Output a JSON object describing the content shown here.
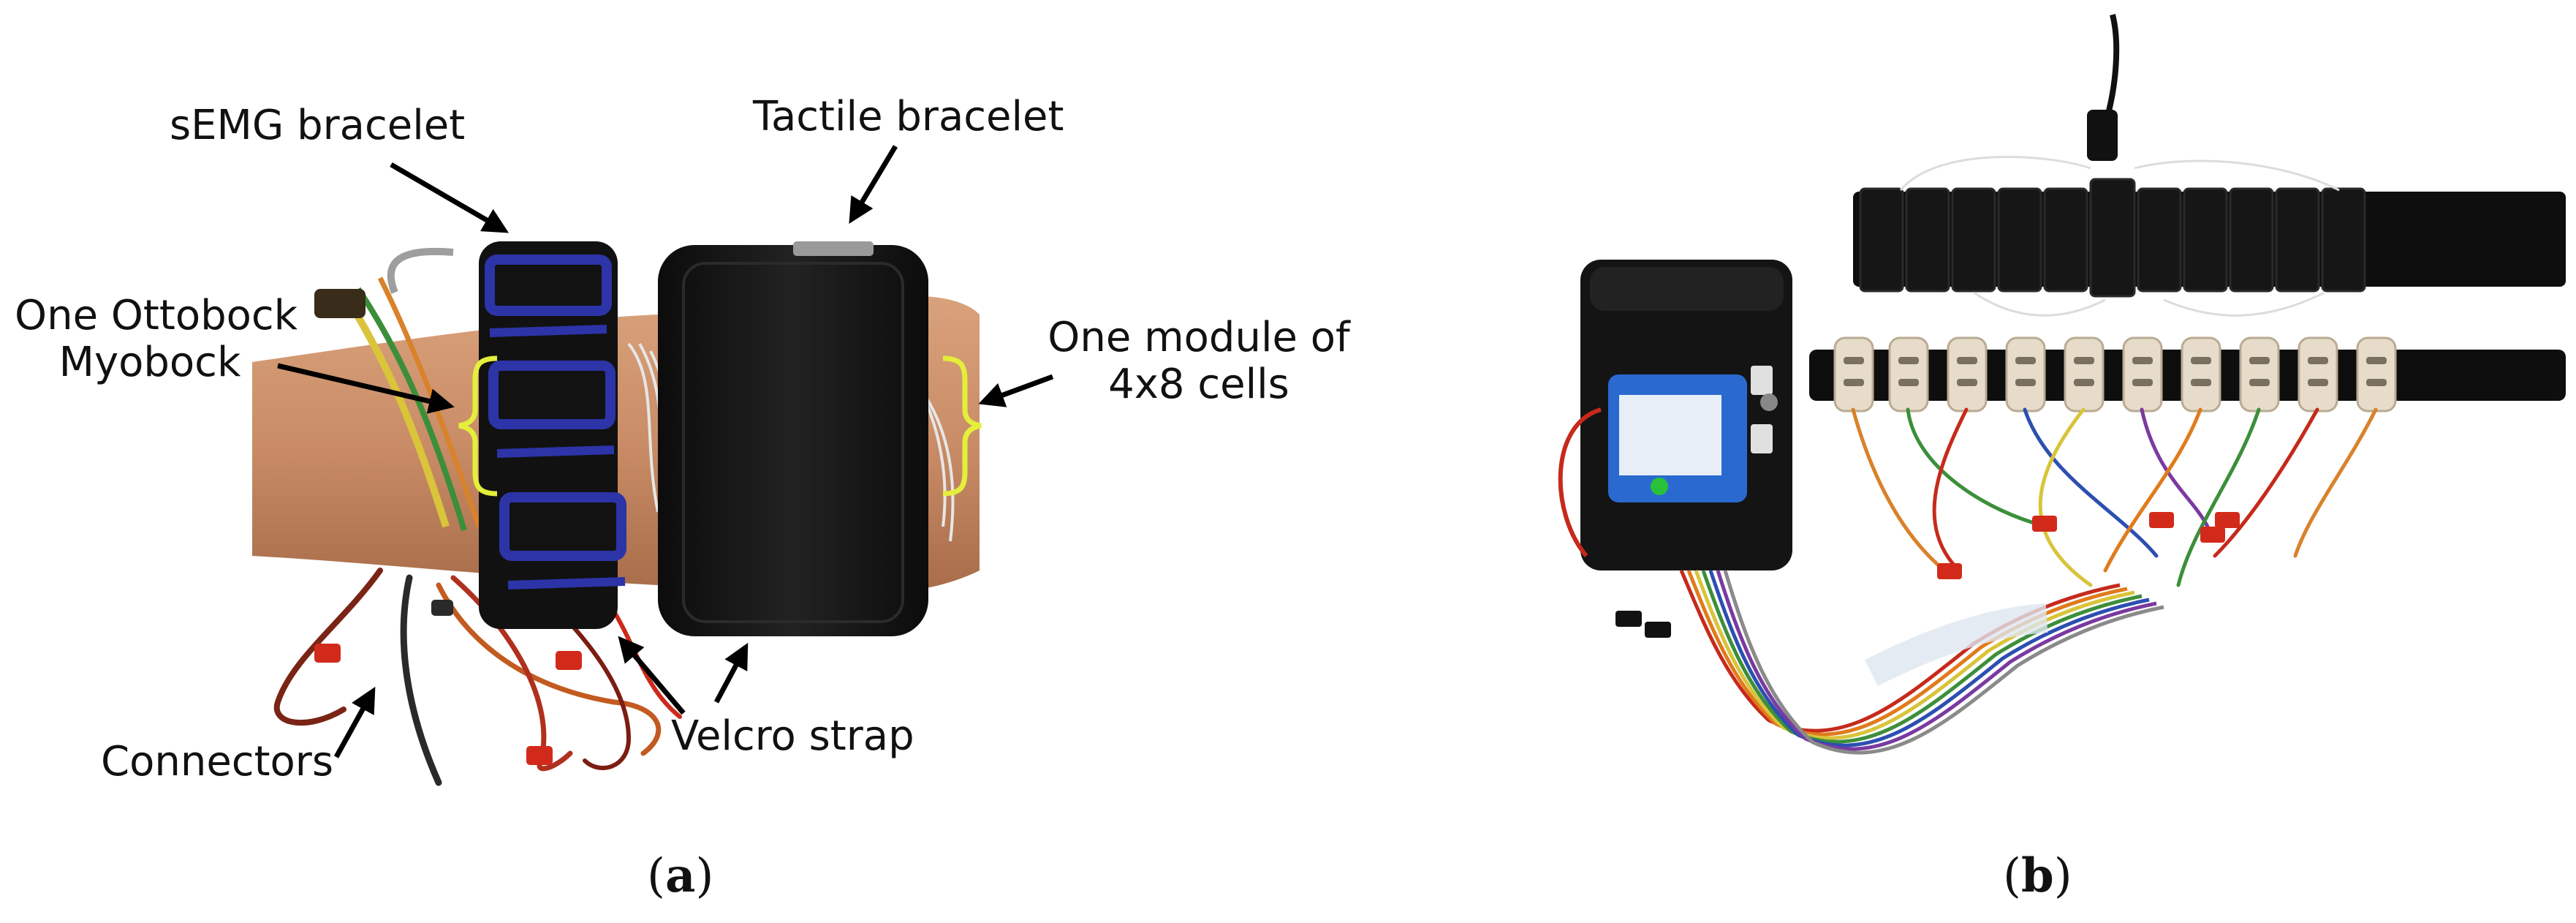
{
  "panel_a": {
    "labels": {
      "semg_bracelet": "sEMG bracelet",
      "tactile_bracelet": "Tactile bracelet",
      "ottobock_line1": "One Ottobock",
      "ottobock_line2": "Myobock",
      "module_line1": "One module of",
      "module_line2": "4x8 cells",
      "connectors": "Connectors",
      "velcro_strap": "Velcro strap"
    },
    "caption_letter": "a"
  },
  "panel_b": {
    "caption_letter": "b"
  },
  "colors": {
    "skin": "#c98c66",
    "strap": "#111111",
    "semg_blue": "#2c34a8",
    "brace": "#e3ef3a",
    "sensor_pad": "#e7dcc9",
    "battery": "#2a6ad0",
    "wire_red": "#c62a1b",
    "wire_orange": "#e07b1c"
  },
  "icons": [
    "arrow-icon",
    "brace-icon"
  ]
}
